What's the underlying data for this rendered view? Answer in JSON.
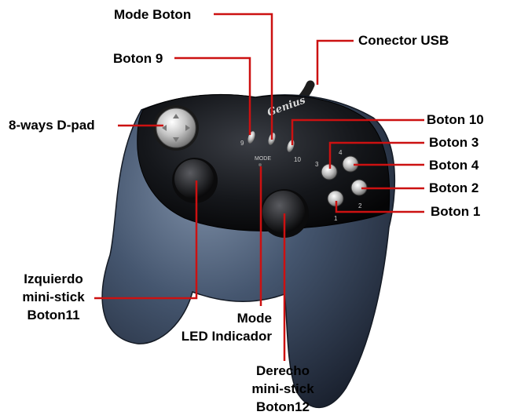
{
  "labels": {
    "mode_boton": "Mode Boton",
    "conector_usb": "Conector USB",
    "boton_9": "Boton 9",
    "dpad": "8-ways D-pad",
    "boton_10": "Boton 10",
    "boton_3": "Boton 3",
    "boton_4": "Boton 4",
    "boton_2": "Boton 2",
    "boton_1": "Boton 1",
    "left_stick": [
      "Izquierdo",
      "mini-stick",
      "Boton11"
    ],
    "mode_led": [
      "Mode",
      "LED Indicador"
    ],
    "right_stick": [
      "Derecho",
      "mini-stick",
      "Boton12"
    ]
  },
  "device_marks": {
    "brand": "Genius",
    "mode_text": "MODE",
    "button_numbers": [
      "9",
      "10",
      "3",
      "4",
      "2",
      "1"
    ]
  },
  "colors": {
    "leader_line": "#cc1111",
    "body_blue": "#3b4a60",
    "top_black": "#121418",
    "stick_gray": "#2c2d30",
    "dpad_silver": "#c9c9c9"
  }
}
